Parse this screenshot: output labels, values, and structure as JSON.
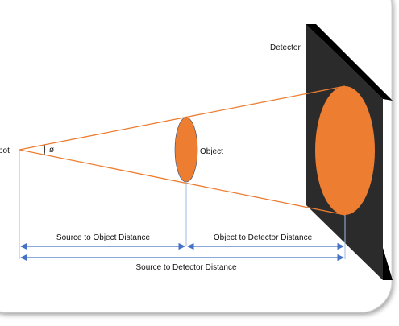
{
  "labels": {
    "detector": "Detector",
    "spot": "pot",
    "angle": "ø",
    "object": "Object",
    "source_to_object": "Source to Object Distance",
    "object_to_detector": "Object to Detector Distance",
    "source_to_detector": "Source to Detector Distance"
  },
  "colors": {
    "beam": "#ED7D31",
    "object_fill": "#ED7D31",
    "detector_panel": "#2B2B2B",
    "detector_edge": "#000000",
    "dimension": "#4472C4",
    "guide": "#9DB7E0"
  }
}
